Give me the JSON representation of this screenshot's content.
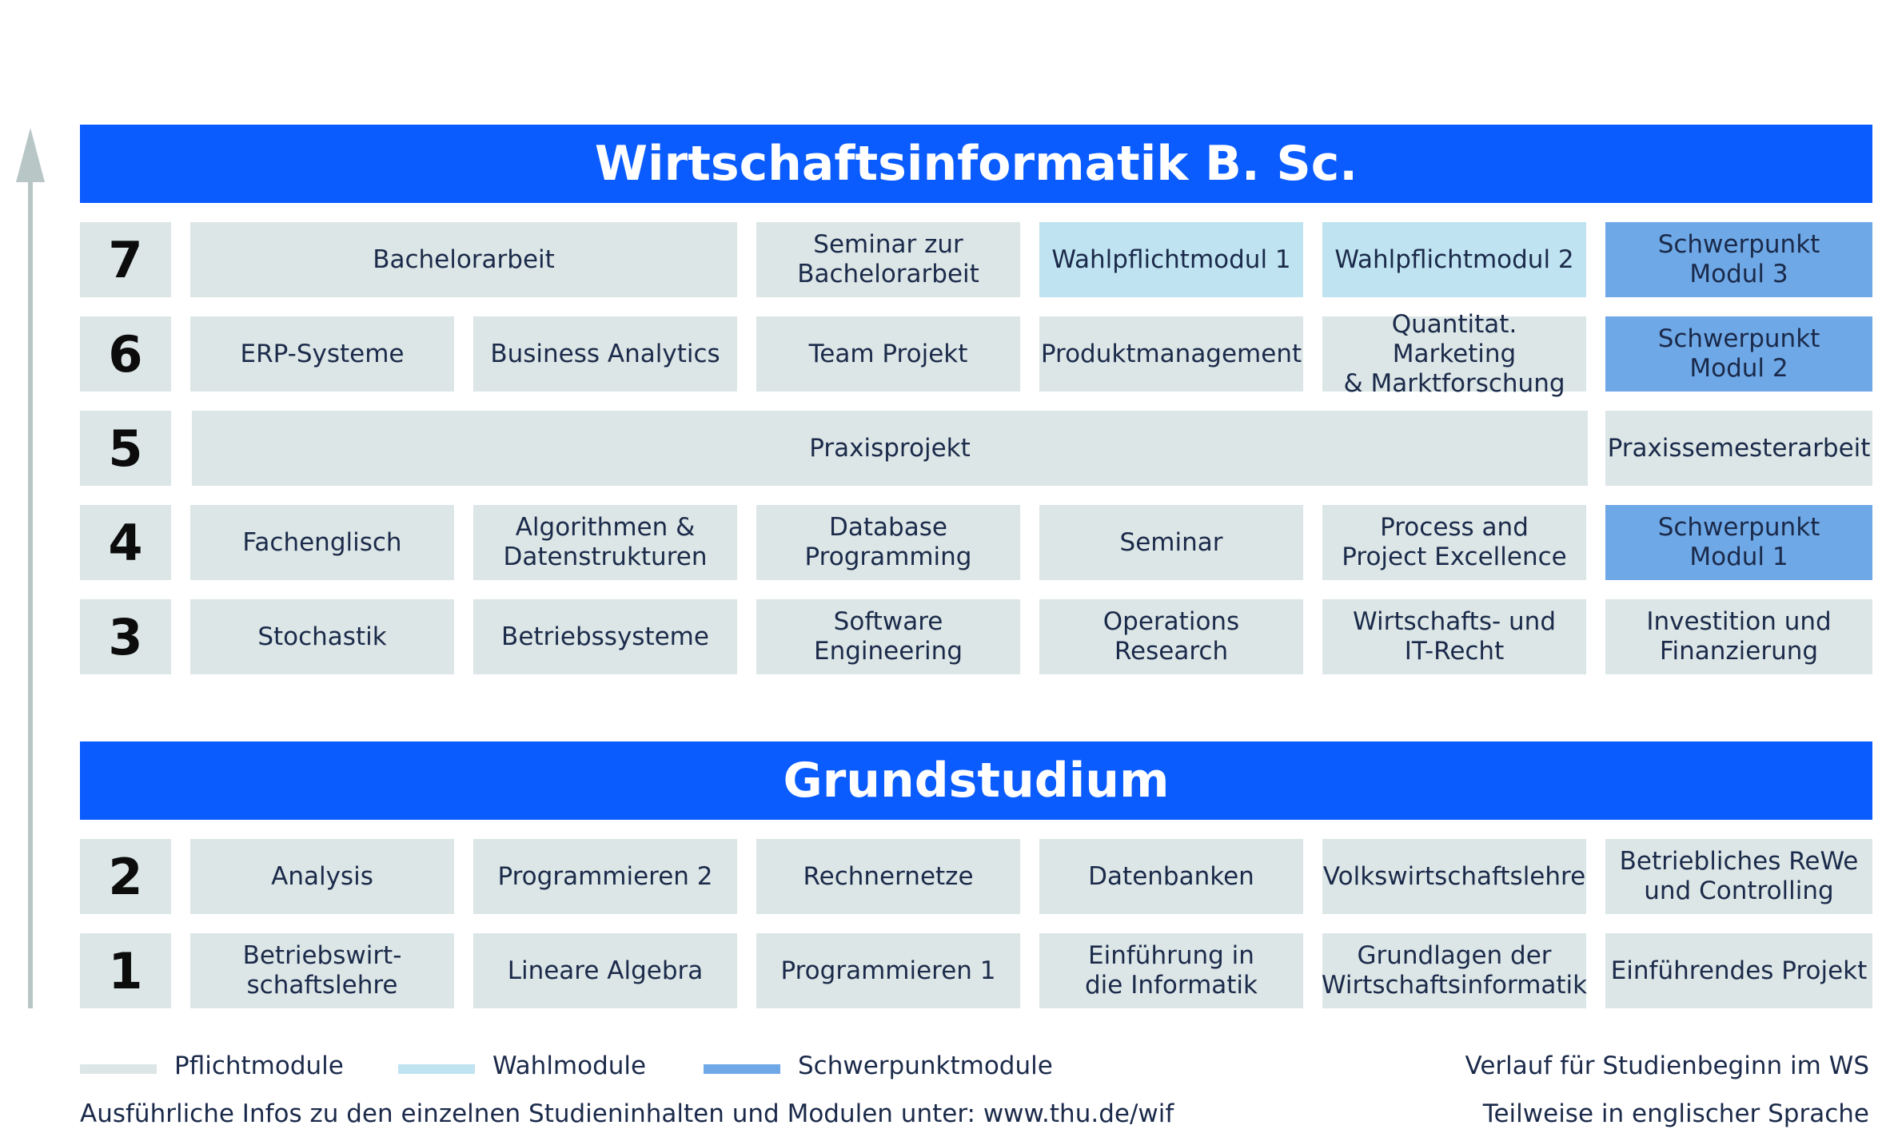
{
  "banners": {
    "top": "Wirtschaftsinformatik B. Sc.",
    "bottom": "Grundstudium"
  },
  "colors": {
    "banner": "#0a5cff",
    "pflicht": "#dce6e6",
    "wahl": "#bfe3f0",
    "schwerpunkt": "#6ea8e6"
  },
  "semesters": {
    "s7": {
      "number": "7",
      "modules": [
        "Bachelorarbeit",
        "Seminar zur\nBachelorarbeit",
        "Wahlpflichtmodul 1",
        "Wahlpflichtmodul 2",
        "Schwerpunkt\nModul 3"
      ]
    },
    "s6": {
      "number": "6",
      "modules": [
        "ERP-Systeme",
        "Business Analytics",
        "Team Projekt",
        "Produktmanagement",
        "Quantitat. Marketing\n& Marktforschung",
        "Schwerpunkt\nModul 2"
      ]
    },
    "s5": {
      "number": "5",
      "modules": [
        "Praxisprojekt",
        "Praxissemesterarbeit"
      ]
    },
    "s4": {
      "number": "4",
      "modules": [
        "Fachenglisch",
        "Algorithmen &\nDatenstrukturen",
        "Database\nProgramming",
        "Seminar",
        "Process and\nProject Excellence",
        "Schwerpunkt\nModul 1"
      ]
    },
    "s3": {
      "number": "3",
      "modules": [
        "Stochastik",
        "Betriebssysteme",
        "Software Engineering",
        "Operations Research",
        "Wirtschafts- und\nIT-Recht",
        "Investition und\nFinanzierung"
      ]
    },
    "s2": {
      "number": "2",
      "modules": [
        "Analysis",
        "Programmieren 2",
        "Rechnernetze",
        "Datenbanken",
        "Volkswirtschaftslehre",
        "Betriebliches ReWe\nund Controlling"
      ]
    },
    "s1": {
      "number": "1",
      "modules": [
        "Betriebswirt-\nschaftslehre",
        "Lineare Algebra",
        "Programmieren 1",
        "Einführung in\ndie Informatik",
        "Grundlagen der\nWirtschaftsinformatik",
        "Einführendes Projekt"
      ]
    }
  },
  "legend": {
    "pflicht": "Pflichtmodule",
    "wahl": "Wahlmodule",
    "schwerpunkt": "Schwerpunktmodule"
  },
  "notes": {
    "info": "Ausführliche Infos zu den einzelnen Studieninhalten und Modulen unter: www.thu.de/wif",
    "verlauf": "Verlauf für Studienbeginn im WS",
    "sprache": "Teilweise in englischer Sprache"
  }
}
